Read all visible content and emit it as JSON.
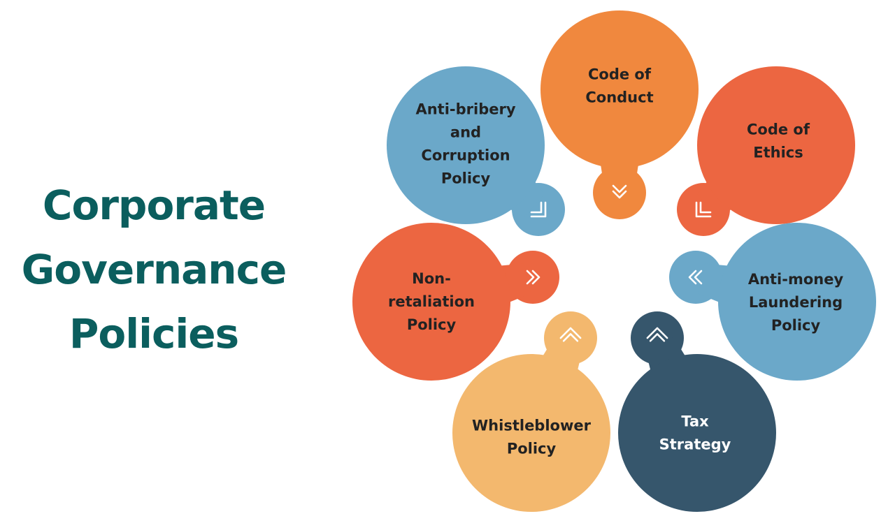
{
  "title": {
    "lines": [
      "Corporate",
      "Governance",
      "Policies"
    ]
  },
  "colors": {
    "title": "#0b5e5e",
    "blue": "#6ba8c9",
    "orange": "#f0883e",
    "red_orange": "#ec6641",
    "navy": "#36566c",
    "peach": "#f3b86e",
    "dark_text": "#222222",
    "light_text": "#ffffff"
  },
  "policies": [
    {
      "id": "code-of-conduct",
      "lines": [
        "Code of",
        "Conduct"
      ],
      "color": "orange",
      "text_color": "dark_text",
      "arrow_icon": "chevron-double-down-icon"
    },
    {
      "id": "code-of-ethics",
      "lines": [
        "Code of",
        "Ethics"
      ],
      "color": "red_orange",
      "text_color": "dark_text",
      "arrow_icon": "corner-arrow-down-left-icon"
    },
    {
      "id": "anti-money-laundering-policy",
      "lines": [
        "Anti-money",
        "Laundering",
        "Policy"
      ],
      "color": "blue",
      "text_color": "dark_text",
      "arrow_icon": "chevron-double-left-icon"
    },
    {
      "id": "tax-strategy",
      "lines": [
        "Tax",
        "Strategy"
      ],
      "color": "navy",
      "text_color": "light_text",
      "arrow_icon": "corner-arrow-up-left-icon"
    },
    {
      "id": "whistleblower-policy",
      "lines": [
        "Whistleblower",
        "Policy"
      ],
      "color": "peach",
      "text_color": "dark_text",
      "arrow_icon": "corner-arrow-up-right-icon"
    },
    {
      "id": "non-retaliation-policy",
      "lines": [
        "Non-",
        "retaliation",
        "Policy"
      ],
      "color": "red_orange",
      "text_color": "dark_text",
      "arrow_icon": "chevron-double-right-icon"
    },
    {
      "id": "anti-bribery-and-corruption-policy",
      "lines": [
        "Anti-bribery",
        "and",
        "Corruption",
        "Policy"
      ],
      "color": "blue",
      "text_color": "dark_text",
      "arrow_icon": "corner-arrow-down-right-icon"
    }
  ]
}
